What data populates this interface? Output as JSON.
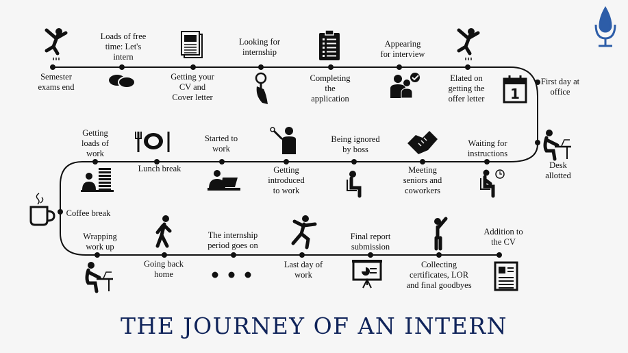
{
  "title": "THE JOURNEY OF AN INTERN",
  "colors": {
    "path": "#111111",
    "title": "#10245a",
    "logo": "#2d5da8"
  },
  "steps": [
    {
      "label": "Semester\nexams end",
      "icon": "jumping-person-icon"
    },
    {
      "label": "Loads of free\ntime: Let's\nintern",
      "icon": "chat-bubbles-icon"
    },
    {
      "label": "Getting your\nCV and\nCover letter",
      "icon": "documents-icon"
    },
    {
      "label": "Looking for\ninternship",
      "icon": "magnifier-hand-icon"
    },
    {
      "label": "Completing\nthe\napplication",
      "icon": "clipboard-icon"
    },
    {
      "label": "Appearing\nfor interview",
      "icon": "interview-people-icon"
    },
    {
      "label": "Elated on\ngetting the\noffer letter",
      "icon": "jumping-person-icon"
    },
    {
      "label": "First day at\noffice",
      "icon": "calendar-icon"
    },
    {
      "label": "Desk\nallotted",
      "icon": "desk-person-icon"
    },
    {
      "label": "Waiting for\ninstructions",
      "icon": "seated-clock-icon"
    },
    {
      "label": "Meeting\nseniors and\ncoworkers",
      "icon": "handshake-icon"
    },
    {
      "label": "Being ignored\nby boss",
      "icon": "seated-person-icon"
    },
    {
      "label": "Getting\nintroduced\nto work",
      "icon": "presenter-icon"
    },
    {
      "label": "Started to\nwork",
      "icon": "laptop-person-icon"
    },
    {
      "label": "Lunch break",
      "icon": "plate-cutlery-icon"
    },
    {
      "label": "Getting\nloads of\nwork",
      "icon": "paper-stack-person-icon"
    },
    {
      "label": "Coffee break",
      "icon": "coffee-cup-icon"
    },
    {
      "label": "Wrapping\nwork up",
      "icon": "desk-person-icon"
    },
    {
      "label": "Going back\nhome",
      "icon": "walking-person-icon"
    },
    {
      "label": "The internship\nperiod goes on",
      "icon": "ellipsis-icon"
    },
    {
      "label": "Last day of\nwork",
      "icon": "running-person-icon"
    },
    {
      "label": "Final report\nsubmission",
      "icon": "presentation-board-icon"
    },
    {
      "label": "Collecting\ncertificates, LOR\nand final goodbyes",
      "icon": "standing-person-icon"
    },
    {
      "label": "Addition to\nthe CV",
      "icon": "resume-icon"
    }
  ]
}
